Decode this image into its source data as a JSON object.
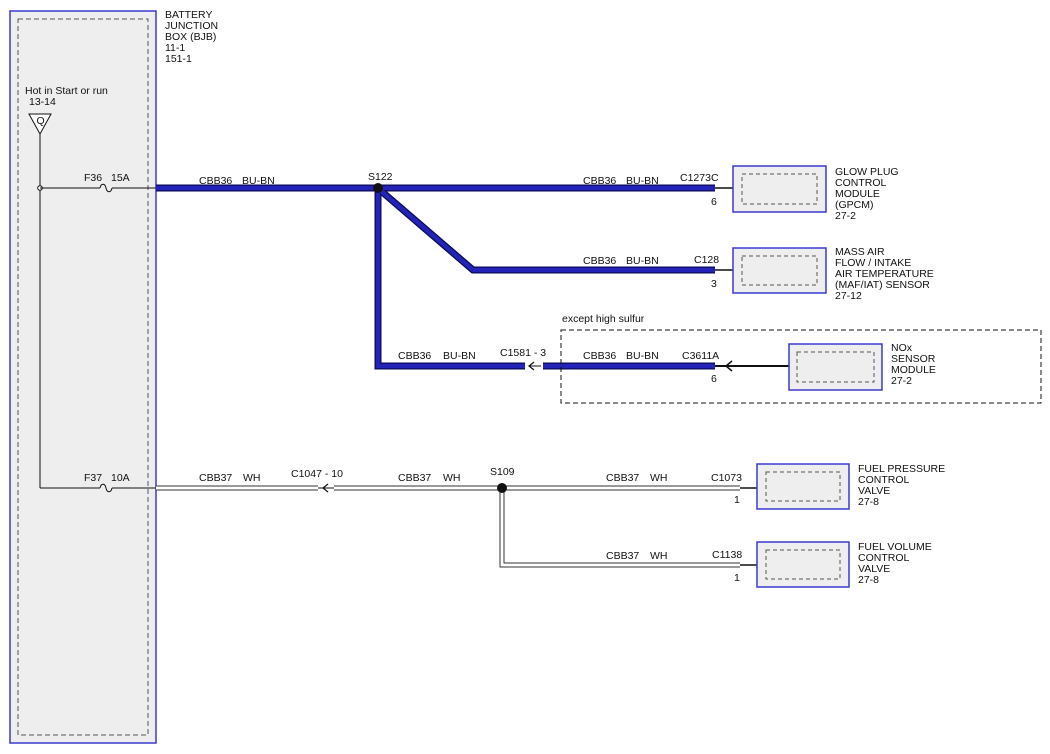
{
  "colors": {
    "wire_bu_bn": "#2323b8",
    "wire_bu_bn_outline": "#0a0a55",
    "wire_wh_outline": "#333333",
    "module_border": "#3a3ad0",
    "module_fill": "#eeeeee",
    "ink": "#111111"
  },
  "bjb": {
    "title": [
      "BATTERY",
      "JUNCTION",
      "BOX (BJB)",
      "11-1",
      "151-1"
    ],
    "hot_label": "Hot in Start or run",
    "hot_ref": "13-14",
    "hot_symbol": "Q",
    "fuse_f36": "F36",
    "fuse_f36_rating": "15A",
    "fuse_f37": "F37",
    "fuse_f37_rating": "10A"
  },
  "wires": {
    "cbb36": "CBB36",
    "bu_bn": "BU-BN",
    "cbb37": "CBB37",
    "wh": "WH"
  },
  "splices": {
    "s122": "S122",
    "s109": "S109"
  },
  "connectors": {
    "c1273c": "C1273C",
    "c1273c_pin": "6",
    "c128": "C128",
    "c128_pin": "3",
    "c1581": "C1581 - 3",
    "c3611a": "C3611A",
    "c3611a_pin": "6",
    "c1047": "C1047 - 10",
    "c1073": "C1073",
    "c1073_pin": "1",
    "c1138": "C1138",
    "c1138_pin": "1"
  },
  "option_box": {
    "label": "except high sulfur"
  },
  "components": {
    "gpcm": [
      "GLOW PLUG",
      "CONTROL",
      "MODULE",
      "(GPCM)",
      "27-2"
    ],
    "maf": [
      "MASS AIR",
      "FLOW / INTAKE",
      "AIR TEMPERATURE",
      "(MAF/IAT) SENSOR",
      "27-12"
    ],
    "nox": [
      "NOx",
      "SENSOR",
      "MODULE",
      "27-2"
    ],
    "fpcv": [
      "FUEL PRESSURE",
      "CONTROL",
      "VALVE",
      "27-8"
    ],
    "fvcv": [
      "FUEL VOLUME",
      "CONTROL",
      "VALVE",
      "27-8"
    ]
  }
}
